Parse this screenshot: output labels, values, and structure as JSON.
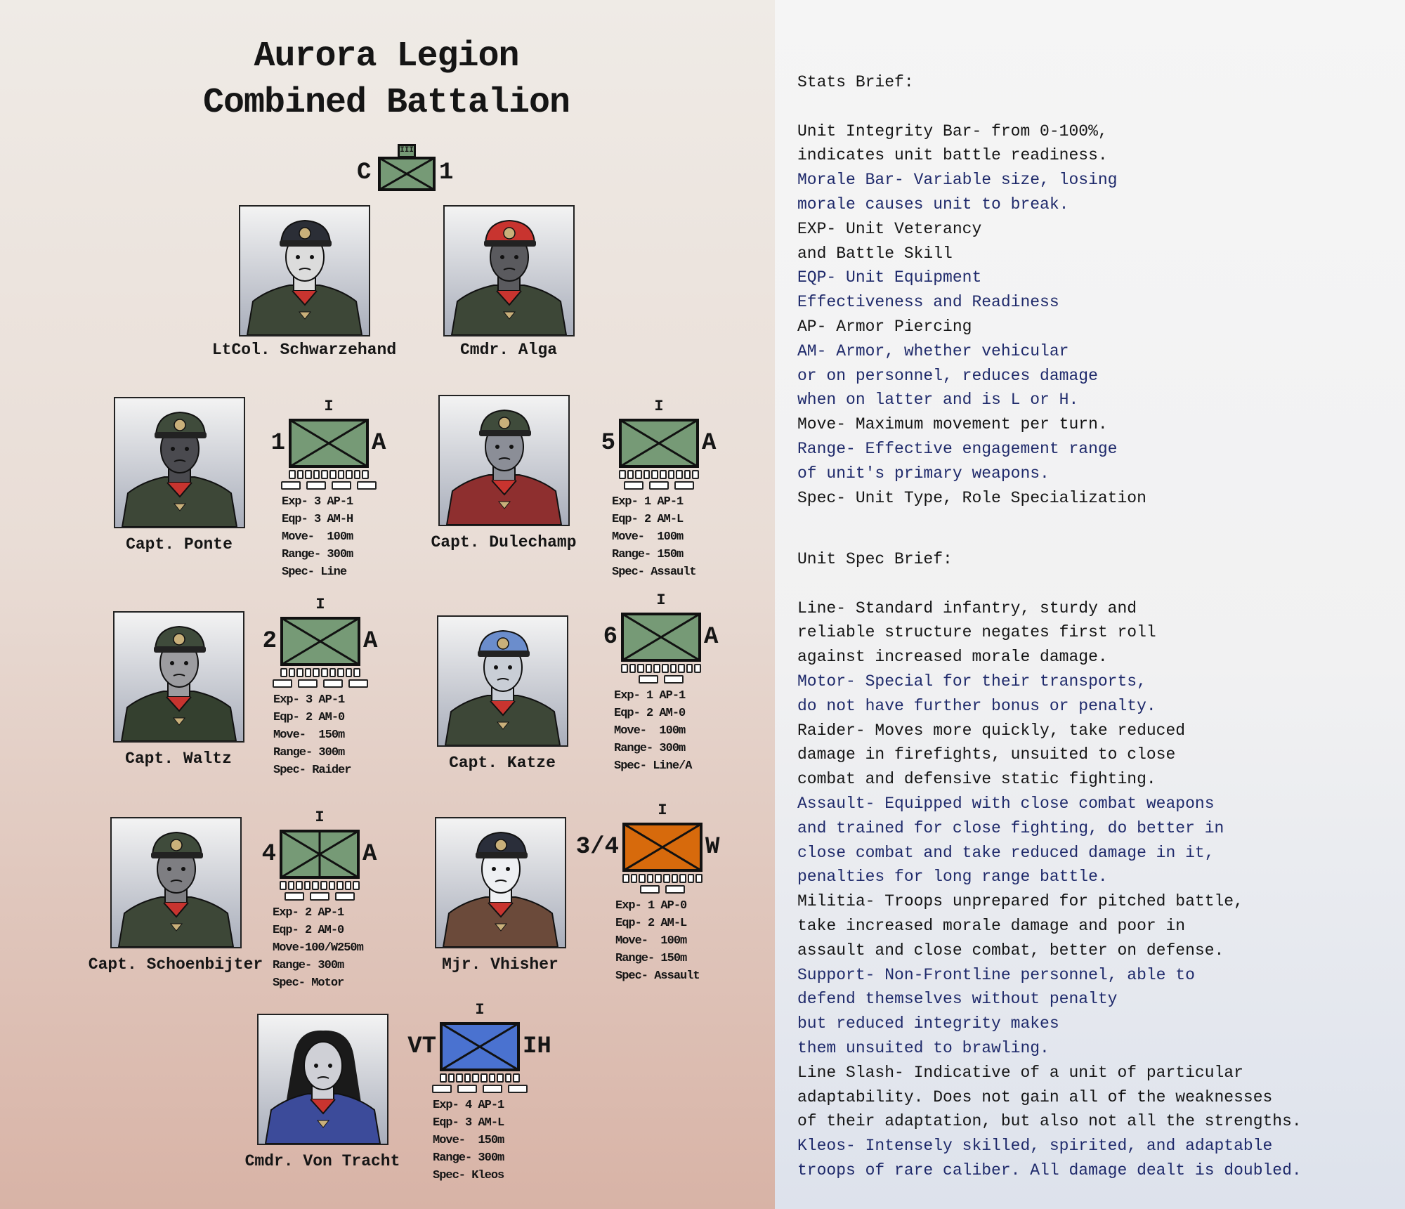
{
  "title": {
    "line1": "Aurora Legion",
    "line2": "Combined Battalion"
  },
  "hq": {
    "left": "C",
    "right": "1",
    "echelon": "III",
    "color": "#769a76"
  },
  "colors": {
    "green": "#769a76",
    "orange": "#d76a0c",
    "blue": "#4a72d0",
    "navy_text": "#1f2a6b"
  },
  "portraits": [
    {
      "name": "LtCol. Schwarzehand",
      "cap": "#2b2e36",
      "uniform": "#3d4737",
      "face": "#dcdcdc",
      "hair": "#e0e0e0"
    },
    {
      "name": "Cmdr. Alga",
      "cap": "#c8342f",
      "uniform": "#3d4737",
      "face": "#5a5a5e",
      "hair": "#1d1d1d"
    },
    {
      "name": "Capt. Ponte",
      "cap": "#3f4b3b",
      "uniform": "#3d4737",
      "face": "#4a4a4f",
      "hair": "#1d1d1d"
    },
    {
      "name": "Capt. Dulechamp",
      "cap": "#3f4b3b",
      "uniform": "#8e2f2f",
      "face": "#8b8e97",
      "hair": "#7a2d1d"
    },
    {
      "name": "Capt. Waltz",
      "cap": "#3f4b3b",
      "uniform": "#34402f",
      "face": "#9c9ca0",
      "hair": "#555"
    },
    {
      "name": "Capt. Katze",
      "cap": "#6b8dcc",
      "uniform": "#3d4737",
      "face": "#c9ced6",
      "hair": "#d0611f"
    },
    {
      "name": "Capt. Schoenbijter",
      "cap": "#3f4b3b",
      "uniform": "#3d4737",
      "face": "#7e7e82",
      "hair": "#3a3a3a"
    },
    {
      "name": "Mjr. Vhisher",
      "cap": "#2a2e3a",
      "uniform": "#6b4a3a",
      "face": "#eef0f3",
      "hair": "#9a5a4a"
    },
    {
      "name": "Cmdr. Von Tracht",
      "cap": "#1a1a1a",
      "uniform": "#3c4b9a",
      "face": "#cfd0d6",
      "hair": "#1a1a1a"
    }
  ],
  "units": [
    {
      "number": "1",
      "type": "A",
      "echelon": "I",
      "color": "#769a76",
      "integrity": 10,
      "morale": 4,
      "motorized": false,
      "stats": [
        "Exp- 3 AP-1",
        "Eqp- 3 AM-H",
        "Move-  100m",
        "Range- 300m",
        "Spec- Line"
      ]
    },
    {
      "number": "5",
      "type": "A",
      "echelon": "I",
      "color": "#769a76",
      "integrity": 10,
      "morale": 3,
      "motorized": false,
      "stats": [
        "Exp- 1 AP-1",
        "Eqp- 2 AM-L",
        "Move-  100m",
        "Range- 150m",
        "Spec- Assault"
      ]
    },
    {
      "number": "2",
      "type": "A",
      "echelon": "I",
      "color": "#769a76",
      "integrity": 10,
      "morale": 4,
      "motorized": false,
      "stats": [
        "Exp- 3 AP-1",
        "Eqp- 2 AM-0",
        "Move-  150m",
        "Range- 300m",
        "Spec- Raider"
      ]
    },
    {
      "number": "6",
      "type": "A",
      "echelon": "I",
      "color": "#769a76",
      "integrity": 10,
      "morale": 2,
      "motorized": false,
      "stats": [
        "Exp- 1 AP-1",
        "Eqp- 2 AM-0",
        "Move-  100m",
        "Range- 300m",
        "Spec- Line/A"
      ]
    },
    {
      "number": "4",
      "type": "A",
      "echelon": "I",
      "color": "#769a76",
      "integrity": 10,
      "morale": 3,
      "motorized": true,
      "stats": [
        "Exp- 2 AP-1",
        "Eqp- 2 AM-0",
        "Move-100/W250m",
        "Range- 300m",
        "Spec- Motor"
      ]
    },
    {
      "number": "3/4",
      "type": "W",
      "echelon": "I",
      "color": "#d76a0c",
      "integrity": 10,
      "morale": 2,
      "motorized": false,
      "stats": [
        "Exp- 1 AP-0",
        "Eqp- 2 AM-L",
        "Move-  100m",
        "Range- 150m",
        "Spec- Assault"
      ]
    },
    {
      "number": "VT",
      "type": "IH",
      "echelon": "I",
      "color": "#4a72d0",
      "integrity": 10,
      "morale": 4,
      "motorized": false,
      "stats": [
        "Exp- 4 AP-1",
        "Eqp- 3 AM-L",
        "Move-  150m",
        "Range- 300m",
        "Spec- Kleos"
      ]
    }
  ],
  "stats_brief": {
    "heading": "Stats Brief:",
    "entries": [
      {
        "color": "black",
        "lines": [
          "Unit Integrity Bar- from 0-100%,",
          "indicates unit battle readiness."
        ]
      },
      {
        "color": "navy",
        "lines": [
          "Morale Bar- Variable size, losing",
          "morale causes unit to break."
        ]
      },
      {
        "color": "black",
        "lines": [
          "EXP- Unit Veterancy",
          "and Battle Skill"
        ]
      },
      {
        "color": "navy",
        "lines": [
          "EQP- Unit Equipment",
          "Effectiveness and Readiness"
        ]
      },
      {
        "color": "black",
        "lines": [
          "AP- Armor Piercing"
        ]
      },
      {
        "color": "navy",
        "lines": [
          "AM- Armor, whether vehicular",
          "or on personnel, reduces damage",
          "when on latter and is L or H."
        ]
      },
      {
        "color": "black",
        "lines": [
          "Move- Maximum movement per turn."
        ]
      },
      {
        "color": "navy",
        "lines": [
          "Range- Effective engagement range",
          "of unit's primary weapons."
        ]
      },
      {
        "color": "black",
        "lines": [
          "Spec- Unit Type, Role Specialization"
        ]
      }
    ]
  },
  "spec_brief": {
    "heading": "Unit Spec Brief:",
    "entries": [
      {
        "color": "black",
        "lines": [
          "Line- Standard infantry, sturdy and",
          "reliable structure negates first roll",
          "against increased morale damage."
        ]
      },
      {
        "color": "navy",
        "lines": [
          "Motor- Special for their transports,",
          "do not have further bonus or penalty."
        ]
      },
      {
        "color": "black",
        "lines": [
          "Raider- Moves more quickly, take reduced",
          "damage in firefights, unsuited to close",
          "combat and defensive static fighting."
        ]
      },
      {
        "color": "navy",
        "lines": [
          "Assault- Equipped with close combat weapons",
          "and trained for close fighting, do better in",
          "close combat and take reduced damage in it,",
          "penalties for long range battle."
        ]
      },
      {
        "color": "black",
        "lines": [
          "Militia- Troops unprepared for pitched battle,",
          "take increased morale damage and poor in",
          "assault and close combat, better on defense."
        ]
      },
      {
        "color": "navy",
        "lines": [
          "Support- Non-Frontline personnel, able to",
          "defend themselves without penalty",
          "but reduced integrity makes",
          "them unsuited to brawling."
        ]
      },
      {
        "color": "black",
        "lines": [
          "Line Slash- Indicative of a unit of particular",
          "adaptability. Does not gain all of the weaknesses",
          "of their adaptation, but also not all the strengths."
        ]
      },
      {
        "color": "navy",
        "lines": [
          "Kleos- Intensely skilled, spirited, and adaptable",
          "troops of rare caliber. All damage dealt is doubled."
        ]
      }
    ]
  }
}
